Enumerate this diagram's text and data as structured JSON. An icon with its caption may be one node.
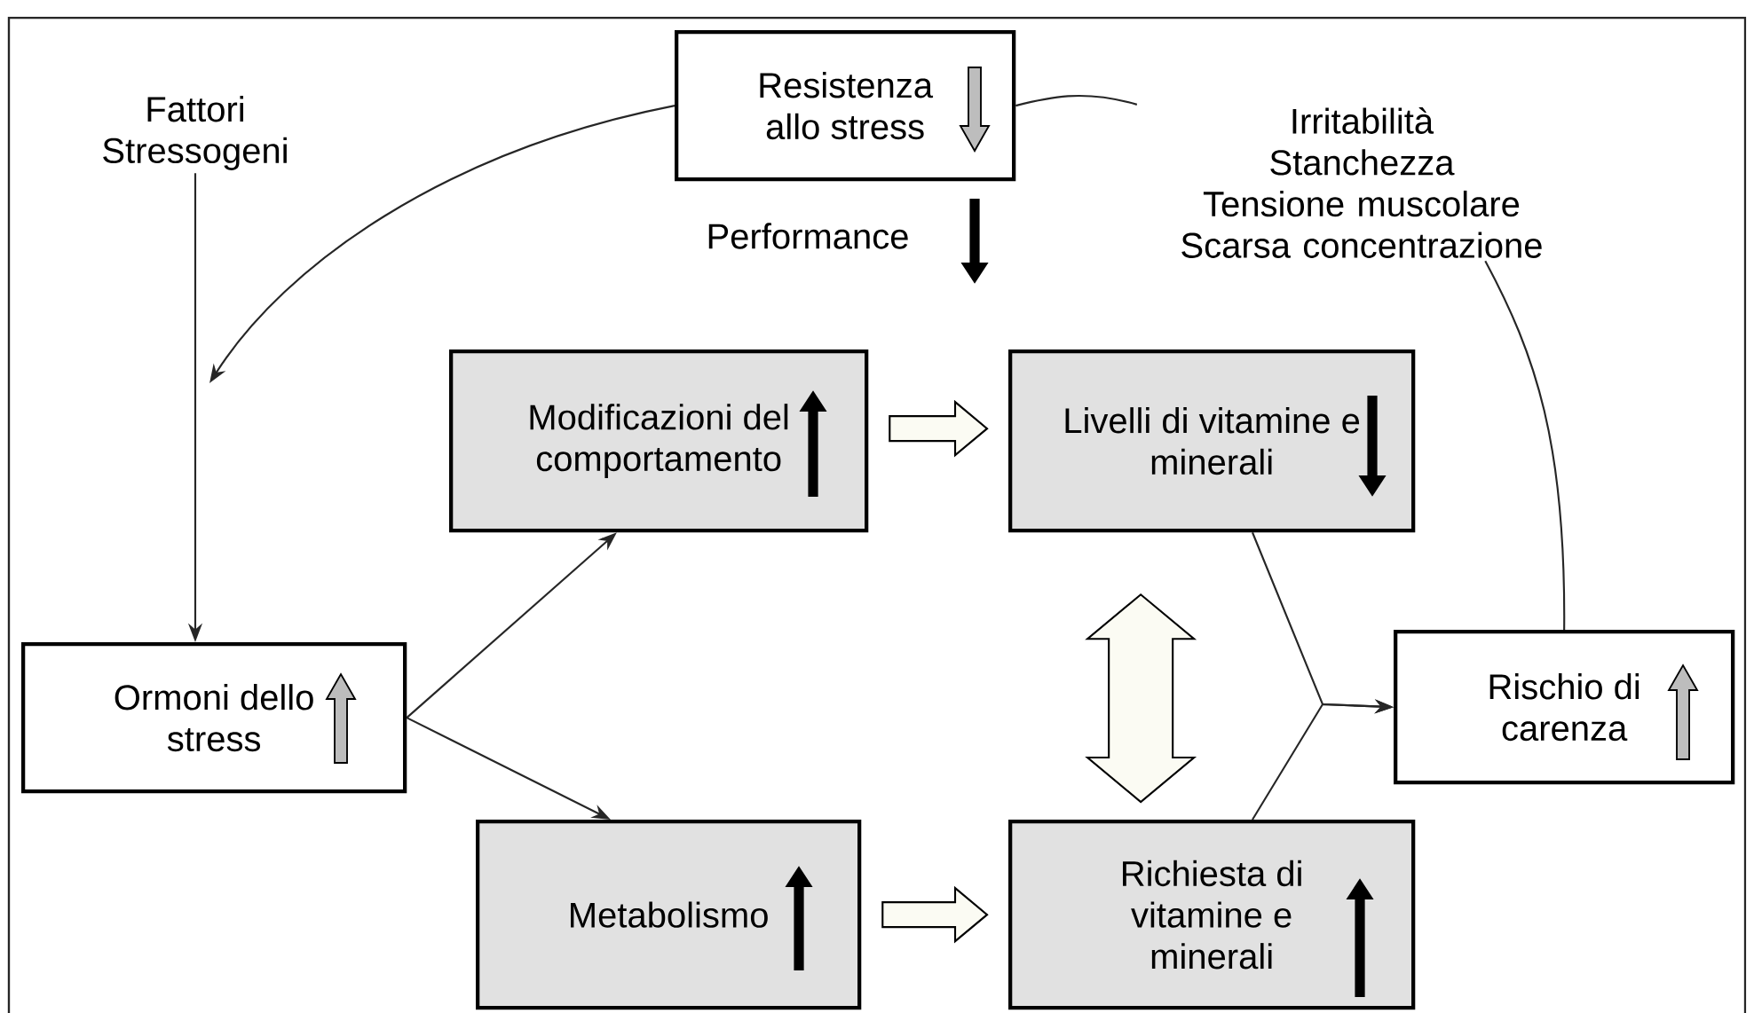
{
  "diagram": {
    "nodes": [
      {
        "text": [
          "Fattori Stressogeni"
        ]
      },
      {
        "text": [
          "Resistenza allo stress"
        ]
      },
      {
        "text": [
          "Irritabilità",
          "Stanchezza",
          "Tensione muscolare",
          "Scarsa concentrazione"
        ]
      },
      {
        "text": [
          "Modificazioni del comportamento"
        ]
      },
      {
        "text": [
          "Livelli di vitamine e minerali"
        ]
      },
      {
        "text": [
          "Ormoni dello stress"
        ]
      },
      {
        "text": [
          "Rischio di carenza"
        ]
      },
      {
        "text": [
          "Metabolismo"
        ]
      },
      {
        "text": [
          "Richiesta di vitamine e minerali"
        ]
      }
    ],
    "edges": [
      {
        "from": 0,
        "to": 5,
        "arrow": "to"
      },
      {
        "from": 1,
        "to": null,
        "arrow": "to"
      },
      {
        "from": 2,
        "to": 1,
        "arrow": "none"
      },
      {
        "from": 6,
        "to": 2,
        "arrow": "none"
      },
      {
        "from": 5,
        "to": 3,
        "arrow": "to"
      },
      {
        "from": 5,
        "to": 7,
        "arrow": "to"
      },
      {
        "from": 3,
        "to": 4,
        "arrow": "to",
        "style": "thick"
      },
      {
        "from": 7,
        "to": 8,
        "arrow": "to",
        "style": "thick"
      },
      {
        "from": 4,
        "to": 8,
        "arrow": "both",
        "style": "thick"
      },
      {
        "from": 4,
        "to": 6,
        "arrow": "to"
      },
      {
        "from": 8,
        "to": 6,
        "arrow": "to"
      }
    ],
    "labels": [
      "Performance"
    ]
  }
}
